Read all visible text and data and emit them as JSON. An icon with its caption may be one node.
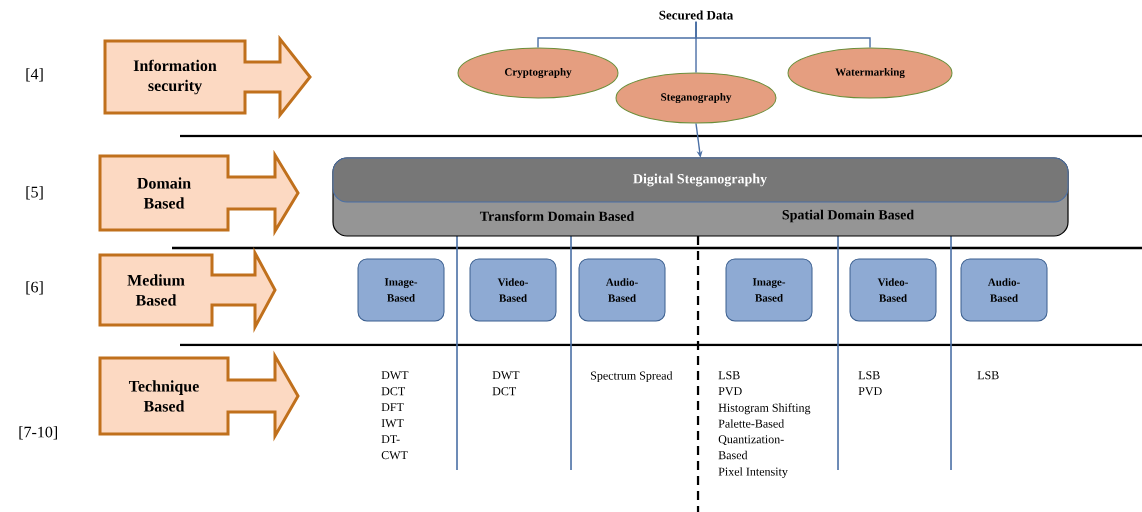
{
  "diagram": {
    "nodes": [
      {
        "text": [
          "Information security"
        ]
      },
      {
        "text": [
          "Secured Data"
        ]
      },
      {
        "text": [
          "Cryptography"
        ]
      },
      {
        "text": [
          "Steganography"
        ]
      },
      {
        "text": [
          "Watermarking"
        ]
      },
      {
        "text": [
          "Domain Based"
        ]
      },
      {
        "text": [
          "Digital Steganography",
          "Transform Domain Based",
          "Spatial Domain Based"
        ]
      },
      {
        "text": [
          "Medium Based"
        ]
      },
      {
        "text": [
          "Image-Based"
        ]
      },
      {
        "text": [
          "Video-Based"
        ]
      },
      {
        "text": [
          "Audio-Based"
        ]
      },
      {
        "text": [
          "Image-Based"
        ]
      },
      {
        "text": [
          "Video-Based"
        ]
      },
      {
        "text": [
          "Audio-Based"
        ]
      },
      {
        "text": [
          "Technique Based"
        ]
      }
    ],
    "edges": [
      {
        "from": 1,
        "to": 2,
        "arrow": "none"
      },
      {
        "from": 1,
        "to": 3,
        "arrow": "none"
      },
      {
        "from": 1,
        "to": 4,
        "arrow": "none"
      },
      {
        "from": 3,
        "to": 6,
        "arrow": "to"
      }
    ],
    "labels": [
      "[4]",
      "[5]",
      "[6]",
      "[7-10]",
      "DWT",
      "DCT",
      "DFT",
      "IWT",
      "DT-CWT",
      "DWT",
      "DCT",
      "Spectrum Spread",
      "LSB",
      "PVD",
      "Histogram Shifting",
      "Palette-Based",
      "Quantization-Based",
      "Pixel Intensity",
      "LSB",
      "PVD",
      "LSB"
    ]
  }
}
